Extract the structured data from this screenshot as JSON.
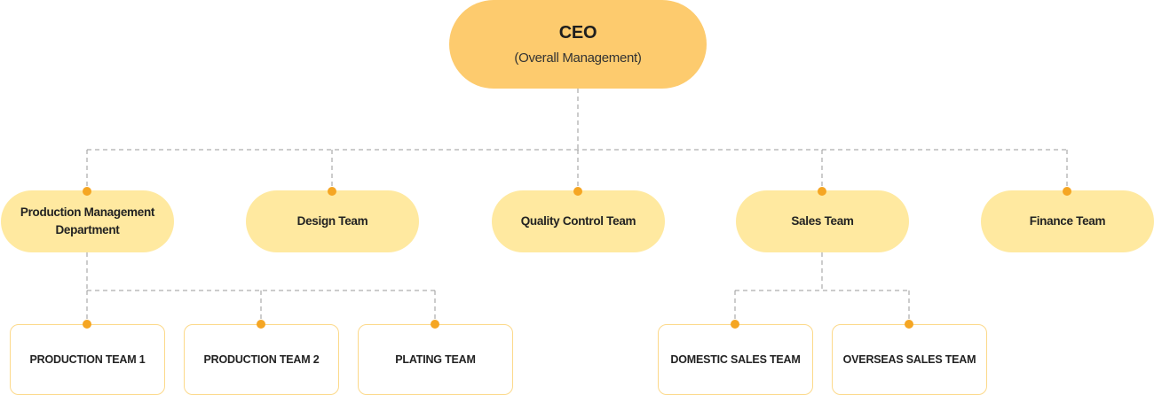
{
  "colors": {
    "ceo_fill": "#FDCB6E",
    "department_fill": "#FFE9A0",
    "team_border": "#FCD98A",
    "connector_dot": "#F5A623",
    "connector_line": "#9a9a9a"
  },
  "ceo": {
    "title": "CEO",
    "subtitle": "(Overall Management)"
  },
  "departments": [
    {
      "label": "Production Management Department",
      "line1": "Production Management",
      "line2": "Department"
    },
    {
      "label": "Design Team"
    },
    {
      "label": "Quality Control Team"
    },
    {
      "label": "Sales Team"
    },
    {
      "label": "Finance Team"
    }
  ],
  "production_teams": [
    {
      "label": "PRODUCTION TEAM 1"
    },
    {
      "label": "PRODUCTION TEAM 2"
    },
    {
      "label": "PLATING TEAM"
    }
  ],
  "sales_teams": [
    {
      "label": "DOMESTIC SALES TEAM"
    },
    {
      "label": "OVERSEAS SALES TEAM"
    }
  ]
}
